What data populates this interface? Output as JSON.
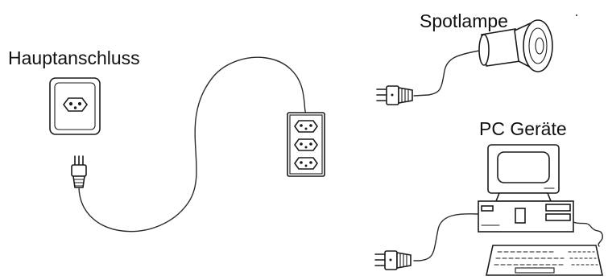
{
  "labels": {
    "main_connection": "Hauptanschluss",
    "spotlight": "Spotlampe",
    "pc_devices": "PC Geräte"
  },
  "icons": [
    "wall-socket-icon",
    "plug-icon",
    "power-strip-icon",
    "spotlight-icon",
    "computer-monitor-icon",
    "computer-case-icon",
    "keyboard-icon"
  ],
  "colors": {
    "background": "#ffffff",
    "line": "#1a1a1a"
  }
}
